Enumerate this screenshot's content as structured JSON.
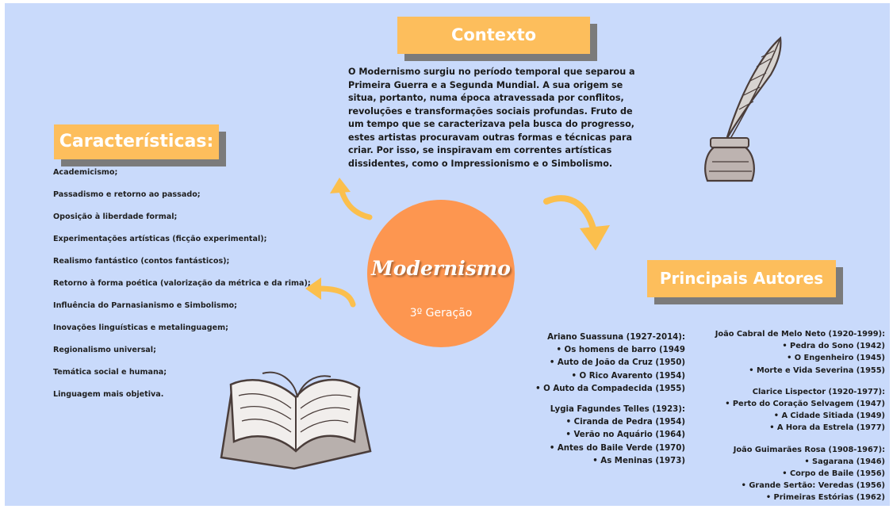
{
  "colors": {
    "background": "#c9dafb",
    "title_box": "#fdbe5c",
    "title_shadow": "#7b7b7b",
    "circle": "#fd9650",
    "arrow": "#fbbf4d"
  },
  "contexto": {
    "title": "Contexto",
    "text": "O Modernismo surgiu no período temporal que separou a Primeira Guerra e a Segunda Mundial. A sua origem se situa, portanto, numa época atravessada por conflitos, revoluções e transformações sociais profundas. Fruto de um tempo que se caracterizava pela busca do progresso, estes artistas procuravam outras formas e técnicas para criar. Por isso, se inspiravam em correntes artísticas dissidentes, como o Impressionismo e o Simbolismo."
  },
  "caracteristicas": {
    "title": "Características:",
    "items": [
      "Academicismo;",
      "Passadismo e retorno ao passado;",
      "Oposição à liberdade formal;",
      "Experimentações artísticas (ficção experimental);",
      "Realismo fantástico (contos fantásticos);",
      "Retorno à forma poética (valorização da métrica e da rima);",
      "Influência do Parnasianismo e Simbolismo;",
      "Inovações linguísticas e metalinguagem;",
      "Regionalismo universal;",
      "Temática social e humana;",
      "Linguagem mais objetiva."
    ]
  },
  "center": {
    "title": "Modernismo",
    "subtitle": "3º Geração"
  },
  "autores": {
    "title": "Principais Autores",
    "left": [
      {
        "name": "Ariano Suassuna (1927-2014):",
        "works": [
          "• Os homens de barro (1949",
          "• Auto de João da Cruz (1950)",
          "• O Rico Avarento (1954)",
          "• O Auto da Compadecida (1955)"
        ]
      },
      {
        "name": "Lygia Fagundes Telles (1923):",
        "works": [
          "• Ciranda de Pedra (1954)",
          "• Verão no Aquário (1964)",
          "• Antes do Baile Verde (1970)",
          "• As Meninas (1973)"
        ]
      }
    ],
    "right": [
      {
        "name": "João Cabral de Melo Neto (1920-1999):",
        "works": [
          "• Pedra do Sono (1942)",
          "• O Engenheiro (1945)",
          "• Morte e Vida Severina  (1955)"
        ]
      },
      {
        "name": "Clarice Lispector (1920-1977):",
        "works": [
          "• Perto do Coração Selvagem (1947)",
          "• A Cidade Sitiada (1949)",
          "• A Hora da Estrela (1977)"
        ]
      },
      {
        "name": "João Guimarães Rosa (1908-1967):",
        "works": [
          "• Sagarana (1946)",
          "• Corpo de Baile (1956)",
          "• Grande Sertão: Veredas (1956)",
          "• Primeiras Estórias (1962)"
        ]
      }
    ]
  },
  "icons": {
    "quill": "quill-inkwell-icon",
    "book": "open-book-icon",
    "arrows": "curved-arrow-icon"
  }
}
